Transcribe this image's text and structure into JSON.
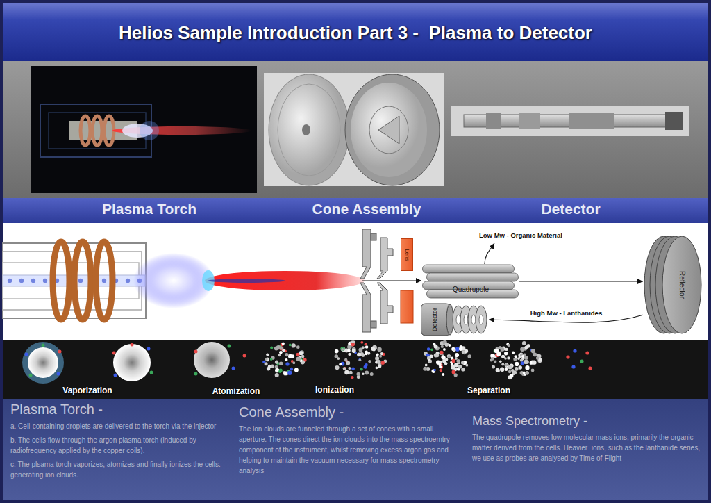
{
  "diagram": {
    "title": "Helios Sample Introduction Part 3 -  Plasma to Detector",
    "nodes": [
      {
        "text": [
          "Lens"
        ]
      },
      {
        "text": [
          "Quadrupole"
        ]
      },
      {
        "text": [
          "Detector"
        ]
      },
      {
        "text": [
          "Reflector"
        ]
      }
    ],
    "edges": [
      {
        "from": 1,
        "to": 3,
        "arrow": "to"
      },
      {
        "from": 3,
        "to": 2,
        "label": "High Mw - Lanthanides",
        "arrow": "to"
      }
    ],
    "labels": [
      "Plasma Torch",
      "Cone Assembly",
      "Detector",
      "Low Mw - Organic Material",
      "Vaporization",
      "Atomization",
      "Ionization",
      "Separation",
      "Plasma Torch -",
      "a. Cell-containing droplets are delivered to the torch via the injector",
      "b. The cells flow through the argon plasma torch (induced by radiofrequency applied by the copper coils).",
      "c. The plsama torch vaporizes, atomizes and finally ionizes the cells. generating ion clouds.",
      "Cone Assembly -",
      "The ion clouds are funneled through a set of cones with a small aperture. The cones direct the ion clouds into the mass spectroemtry component of the instrument, whilst removing excess argon gas and helping to maintain the vacuum necessary for mass spectrometry analysis",
      "Mass Spectrometry -",
      "The quadrupole removes low molecular mass ions, primarily the organic matter derived from the cells. Heavier  ions, such as the lanthanide series, we use as probes are analysed by Time of-Flight"
    ]
  }
}
